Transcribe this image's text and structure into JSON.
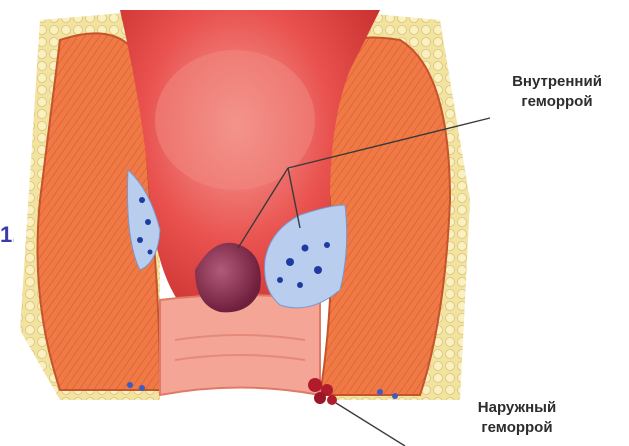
{
  "labels": {
    "internal_line1": "Внутренний",
    "internal_line2": "геморрой",
    "external_line1": "Наружный",
    "external_line2": "геморрой",
    "edge_mark": "1."
  },
  "colors": {
    "tissue": "#f07a45",
    "tissue_dark": "#d8562e",
    "fat": "#f3e3a0",
    "lumen": "#e0403e",
    "lumen_light": "#f2807a",
    "mucosa_pink": "#f6b6aa",
    "vein": "#a9bfe6",
    "vein_dark": "#1e3ca0",
    "hemorrhoid": "#8a2a4c",
    "external_clot": "#b01c2c",
    "leader": "#3a3a3a"
  }
}
